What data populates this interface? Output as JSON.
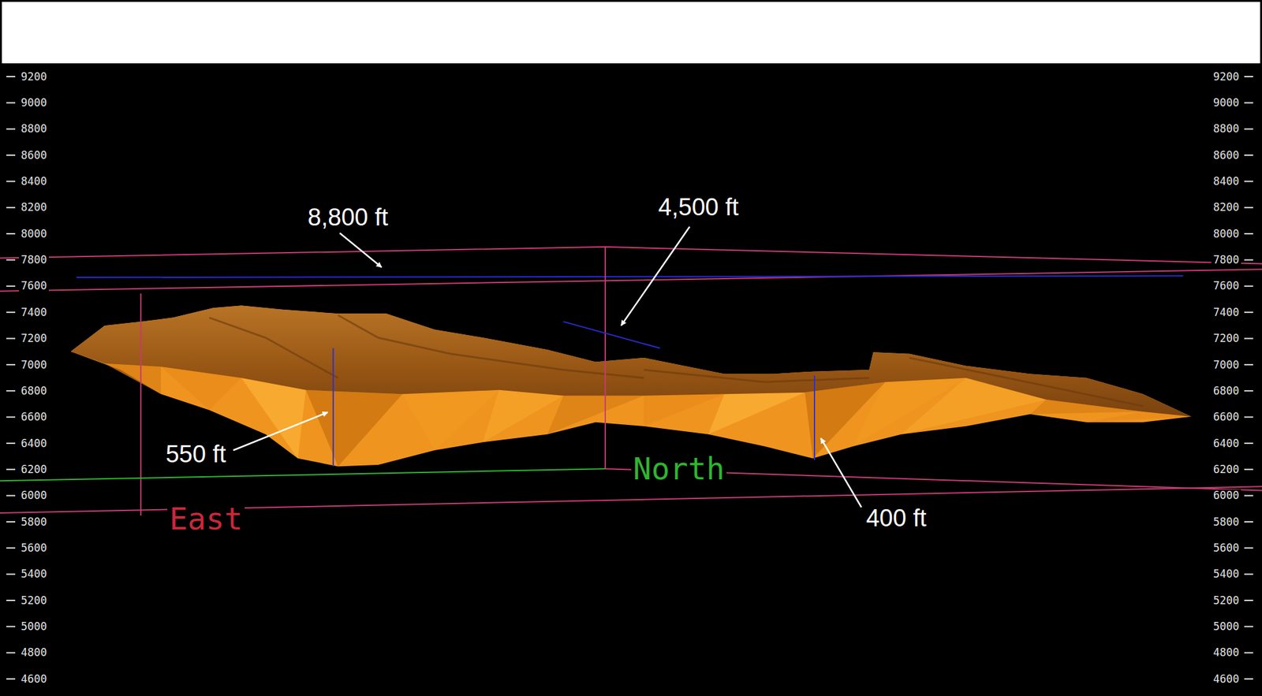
{
  "diagram": {
    "labels": [
      "9200",
      "9000",
      "8800",
      "8600",
      "8400",
      "8200",
      "8000",
      "7800",
      "7600",
      "7400",
      "7200",
      "7000",
      "6800",
      "6600",
      "6400",
      "6200",
      "6000",
      "5800",
      "5600",
      "5400",
      "5200",
      "5000",
      "4800",
      "4600",
      "9200",
      "9000",
      "8800",
      "8600",
      "8400",
      "8200",
      "8000",
      "7800",
      "7600",
      "7400",
      "7200",
      "7000",
      "6800",
      "6600",
      "6400",
      "6200",
      "6000",
      "5800",
      "5600",
      "5400",
      "5200",
      "5000",
      "4800",
      "4600",
      "8,800 ft",
      "4,500 ft",
      "550 ft",
      "400 ft",
      "North",
      "East"
    ]
  }
}
